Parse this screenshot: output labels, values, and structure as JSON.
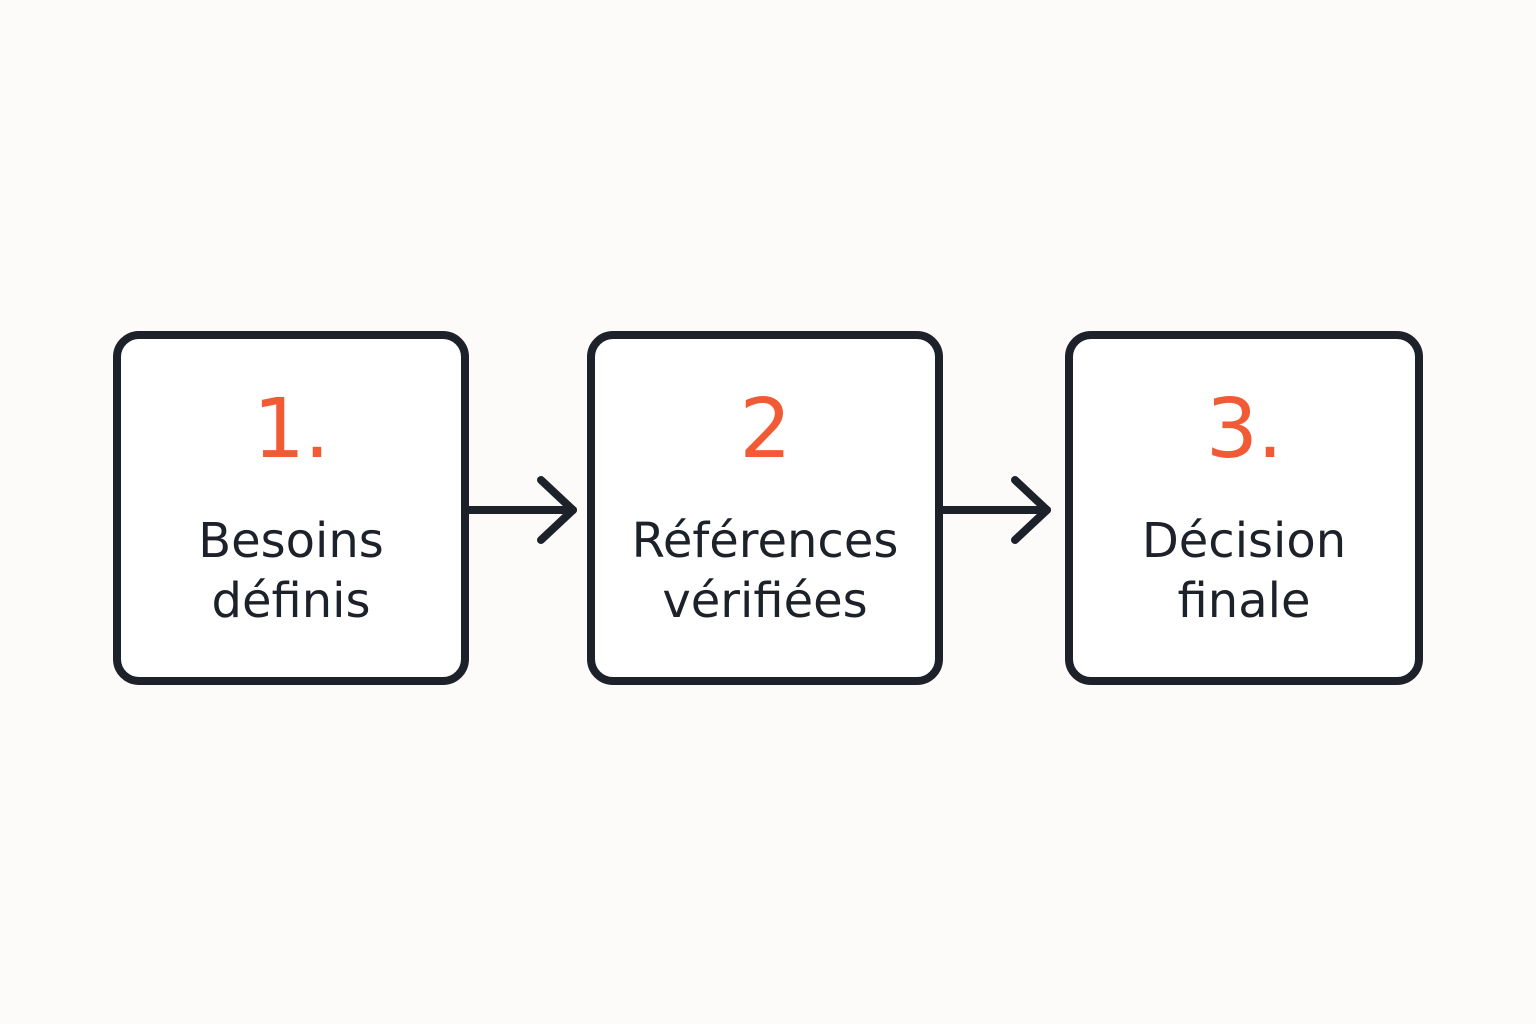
{
  "diagram": {
    "colors": {
      "background": "#fdfafa",
      "box_border": "#1d2129",
      "box_fill": "#ffffff",
      "number": "#f25a36",
      "label": "#1d2129",
      "arrow": "#1d2129"
    },
    "steps": [
      {
        "number": "1.",
        "label_line1": "Besoins",
        "label_line2": "définis"
      },
      {
        "number": "2",
        "label_line1": "Références",
        "label_line2": "vérifiées"
      },
      {
        "number": "3.",
        "label_line1": "Décision",
        "label_line2": "finale"
      }
    ]
  }
}
